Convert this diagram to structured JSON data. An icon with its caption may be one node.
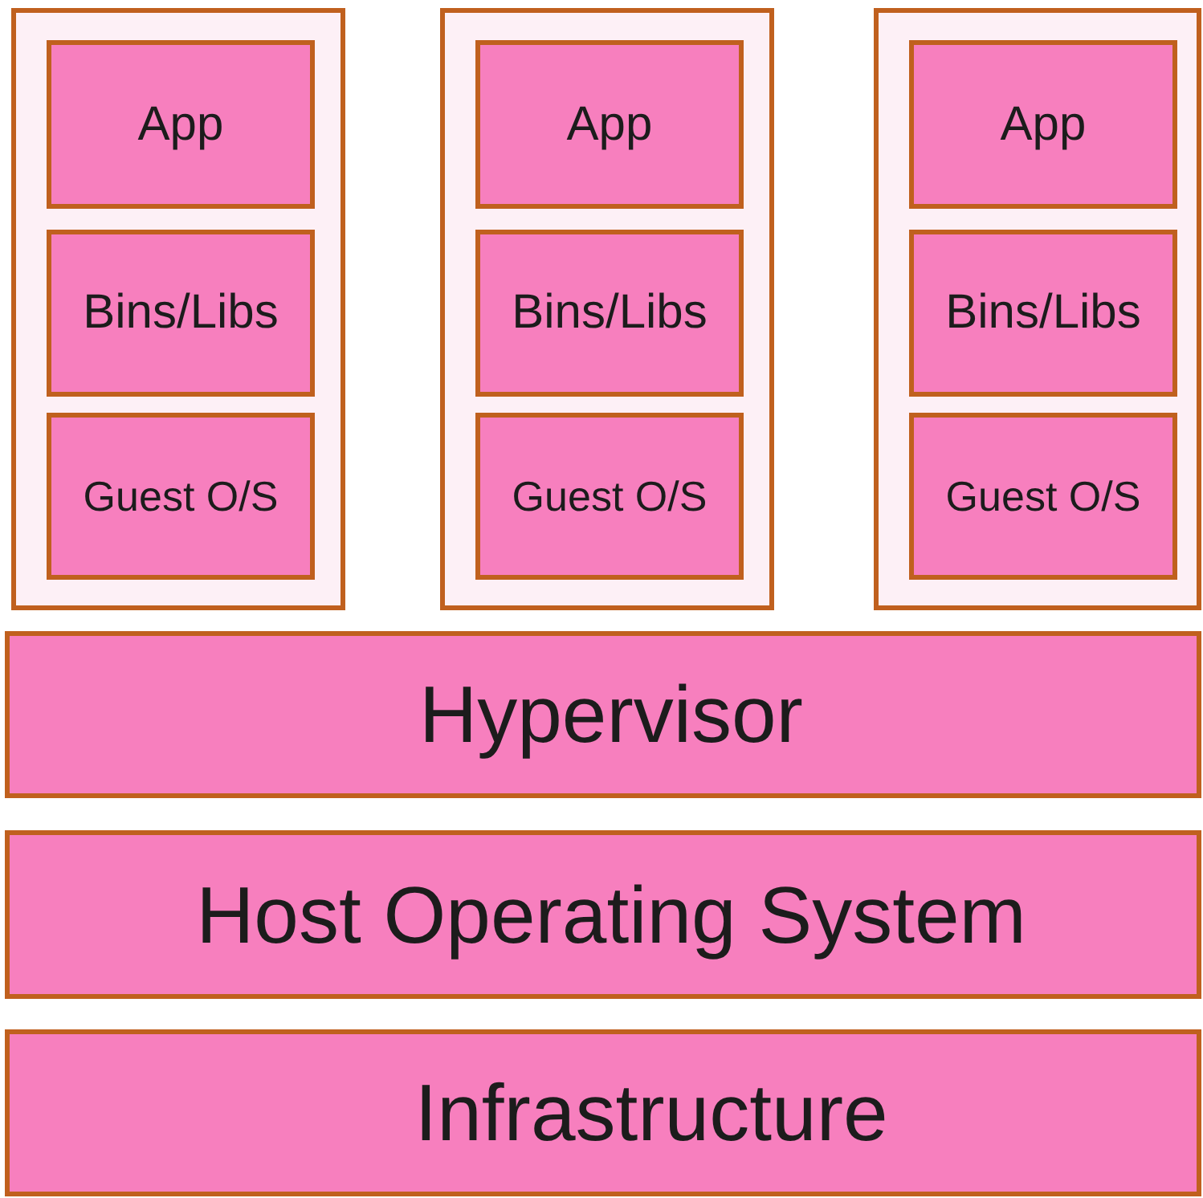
{
  "diagram": {
    "nodes": [
      {
        "text": [],
        "shape": "box"
      },
      {
        "text": [
          "App"
        ],
        "in": 0
      },
      {
        "text": [
          "Bins/Libs"
        ],
        "in": 0
      },
      {
        "text": [
          "Guest O/S"
        ],
        "in": 0
      },
      {
        "text": [],
        "shape": "box"
      },
      {
        "text": [
          "App"
        ],
        "in": 4
      },
      {
        "text": [
          "Bins/Libs"
        ],
        "in": 4
      },
      {
        "text": [
          "Guest O/S"
        ],
        "in": 4
      },
      {
        "text": [],
        "shape": "box"
      },
      {
        "text": [
          "App"
        ],
        "in": 8
      },
      {
        "text": [
          "Bins/Libs"
        ],
        "in": 8
      },
      {
        "text": [
          "Guest O/S"
        ],
        "in": 8
      },
      {
        "text": [
          "Hypervisor"
        ]
      },
      {
        "text": [
          "Host Operating System"
        ]
      },
      {
        "text": [
          "Infrastructure"
        ]
      }
    ]
  }
}
